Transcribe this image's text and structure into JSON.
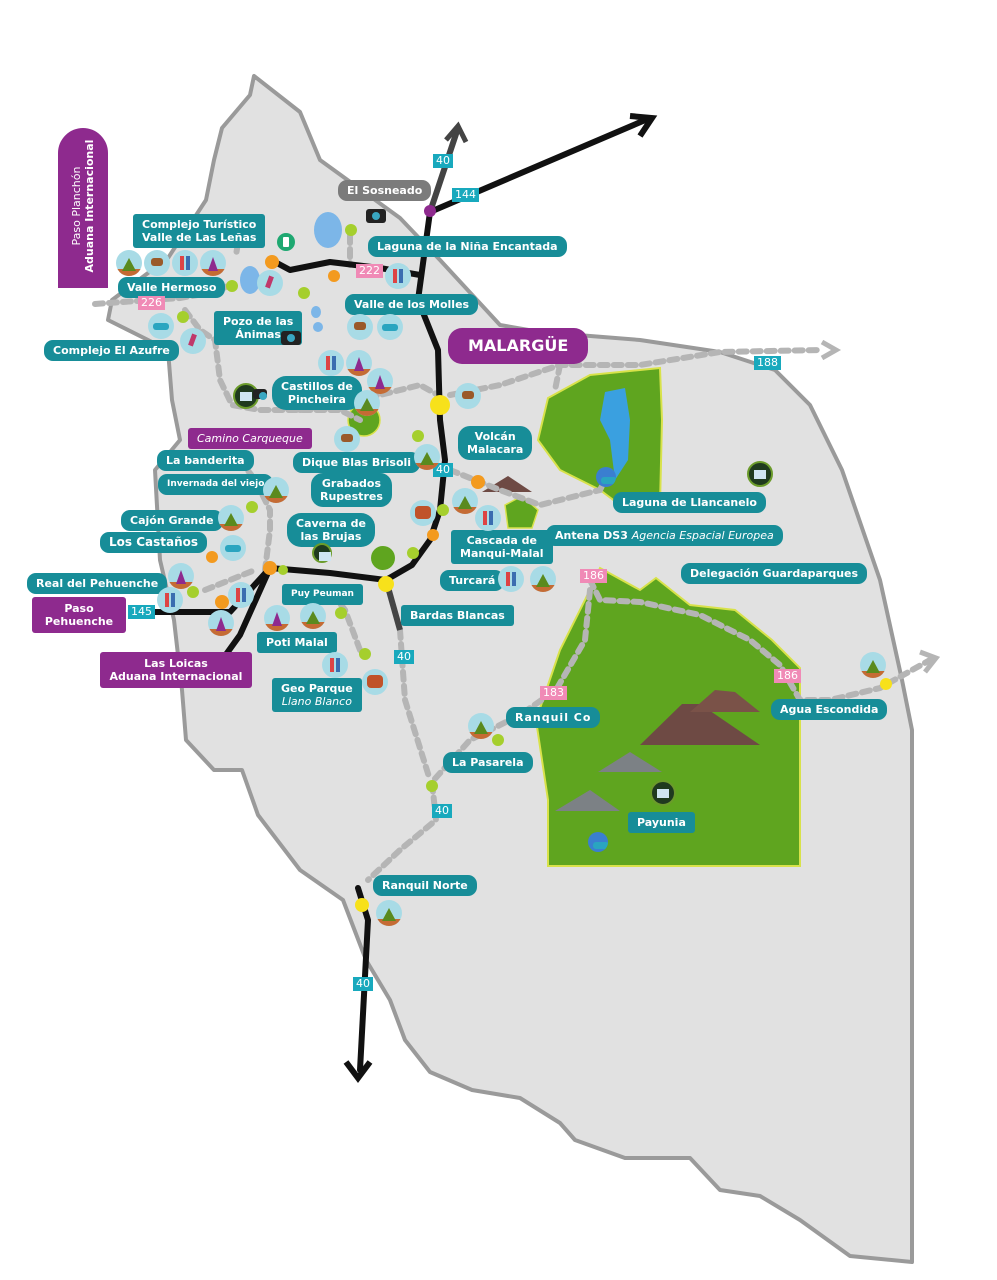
{
  "map": {
    "region": "Malargüe",
    "colors": {
      "land": "#e1e1e1",
      "border": "#9a9a9a",
      "label_teal": "#178d98",
      "label_purple": "#8e2a8e",
      "label_gray": "#7b7b7b",
      "park_green": "#5fa51f",
      "paved_road": "#111111",
      "gravel_road": "#b5b5b5",
      "national_route": "#18a9bd",
      "provincial_route": "#f08ab6",
      "lake": "#7cb6e8"
    },
    "city": {
      "label": "MALARGÜE"
    },
    "towns": {
      "el_sosneado": "El Sosneado"
    },
    "border_crossings": {
      "planchon_line1": "Paso Planchón",
      "planchon_line2": "Aduana Internacional",
      "pehuenche_line1": "Paso",
      "pehuenche_line2": "Pehuenche",
      "loicas_line1": "Las Loicas",
      "loicas_line2": "Aduana Internacional",
      "carqueque": "Camino Carqueque"
    },
    "places": {
      "las_lenas_1": "Complejo Turístico",
      "las_lenas_2": "Valle de Las Leñas",
      "valle_hermoso": "Valle Hermoso",
      "el_azufre": "Complejo El Azufre",
      "pozo_1": "Pozo de las",
      "pozo_2": "Ánimas",
      "nina_encantada": "Laguna de la Niña Encantada",
      "valle_molles": "Valle de los Molles",
      "castillos_1": "Castillos de",
      "castillos_2": "Pincheira",
      "dique": "Dique Blas Brisoli",
      "volcan_1": "Volcán",
      "volcan_2": "Malacara",
      "llancanelo": "Laguna de Llancanelo",
      "antena_bold": "Antena DS3",
      "antena_italic": "Agencia Espacial Europea",
      "grabados_1": "Grabados",
      "grabados_2": "Rupestres",
      "cascada_1": "Cascada de",
      "cascada_2": "Manqui-Malal",
      "caverna_1": "Caverna de",
      "caverna_2": "las Brujas",
      "la_banderita": "La banderita",
      "invernada": "Invernada del viejo",
      "cajon_grande": "Cajón Grande",
      "los_castanos": "Los Castaños",
      "real_pehuenche": "Real del Pehuenche",
      "turcara": "Turcará",
      "puy_peuman": "Puy Peuman",
      "bardas_blancas": "Bardas Blancas",
      "poti_malal": "Poti Malal",
      "geoparque_1": "Geo Parque",
      "geoparque_2": "Llano Blanco",
      "delegacion": "Delegación Guardaparques",
      "agua_escondida": "Agua Escondida",
      "ranquil_co": "Ranquil Co",
      "la_pasarela": "La Pasarela",
      "payunia": "Payunia",
      "ranquil_norte": "Ranquil Norte"
    },
    "routes": {
      "r40": "40",
      "r144": "144",
      "r222": "222",
      "r226": "226",
      "r188": "188",
      "r145": "145",
      "r186": "186",
      "r183": "183"
    }
  }
}
